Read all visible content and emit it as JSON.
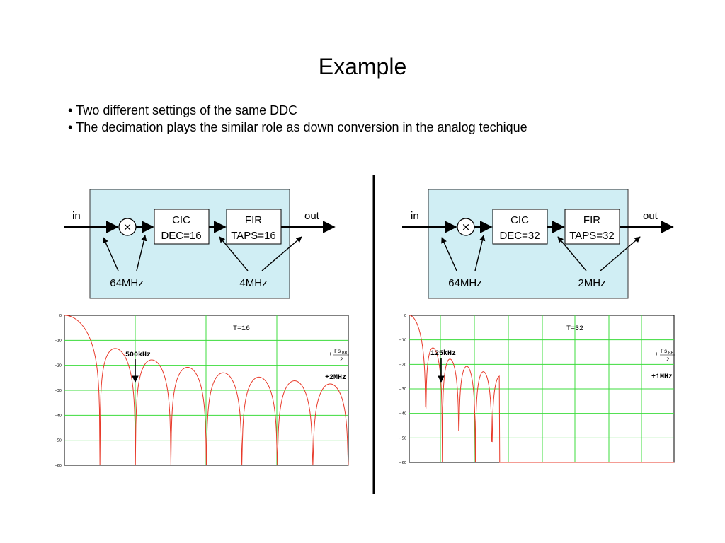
{
  "slide": {
    "title": "Example",
    "bullets": [
      "Two different settings of the same DDC",
      "The decimation plays the similar role as down conversion in the analog techique"
    ]
  },
  "panels": [
    {
      "input_label": "in",
      "output_label": "out",
      "cic": {
        "name": "CIC",
        "param": "DEC=16"
      },
      "fir": {
        "name": "FIR",
        "param": "TAPS=16"
      },
      "clock_left": "64MHz",
      "clock_right": "4MHz",
      "chart": {
        "title": "T=16",
        "marker_label": "500kHz",
        "edge_label": "+2MHz",
        "fs_fraction": {
          "prefix": "+",
          "numerator": "Fs",
          "subscript": "BB",
          "denominator": "2"
        }
      }
    },
    {
      "input_label": "in",
      "output_label": "out",
      "cic": {
        "name": "CIC",
        "param": "DEC=32"
      },
      "fir": {
        "name": "FIR",
        "param": "TAPS=32"
      },
      "clock_left": "64MHz",
      "clock_right": "2MHz",
      "chart": {
        "title": "T=32",
        "marker_label": "125kHz",
        "edge_label": "+1MHz",
        "fs_fraction": {
          "prefix": "+",
          "numerator": "Fs",
          "subscript": "BB",
          "denominator": "2"
        }
      }
    }
  ],
  "chart_data": [
    {
      "type": "line",
      "title": "T=16",
      "ylim": [
        -60,
        0
      ],
      "y_ticks": [
        "0",
        "−10",
        "−20",
        "−30",
        "−40",
        "−50",
        "−60"
      ],
      "grid": true,
      "x_range": [
        0,
        2
      ],
      "x_unit": "MHz",
      "null_spacing": 0.25,
      "series": [
        {
          "color": "#e83a2a"
        }
      ]
    },
    {
      "type": "line",
      "title": "T=32",
      "ylim": [
        -60,
        0
      ],
      "y_ticks": [
        "0",
        "−10",
        "−20",
        "−30",
        "−40",
        "−50",
        "−60"
      ],
      "grid": true,
      "x_range": [
        0,
        1
      ],
      "x_unit": "MHz",
      "null_spacing": 0.0625,
      "series": [
        {
          "color": "#e83a2a"
        }
      ]
    }
  ],
  "colors": {
    "block_fill": "#d0eef4",
    "grid": "#3cdc3c",
    "curve": "#e83a2a"
  }
}
